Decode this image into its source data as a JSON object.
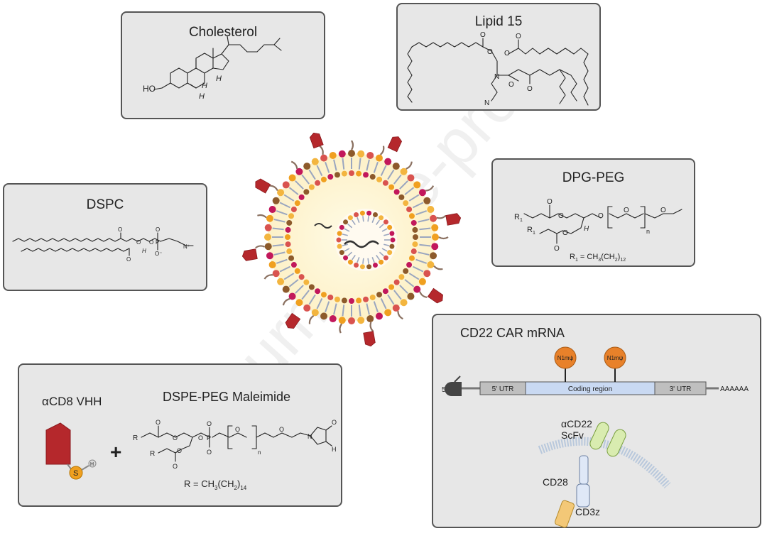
{
  "panels": {
    "cholesterol": {
      "title": "Cholesterol",
      "ho": "HO",
      "h_labels": [
        "H",
        "H",
        "H"
      ]
    },
    "lipid15": {
      "title": "Lipid 15",
      "atoms": [
        "O",
        "O",
        "O",
        "O",
        "N",
        "O",
        "O",
        "N"
      ]
    },
    "dspc": {
      "title": "DSPC",
      "atoms": [
        "O",
        "O",
        "O",
        "O",
        "P",
        "O",
        "O⁻",
        "N⁺",
        "H"
      ]
    },
    "dpgpeg": {
      "title": "DPG-PEG",
      "r1a": "R",
      "r1a_sub": "1",
      "r1b": "R",
      "r1b_sub": "1",
      "n": "n",
      "atoms": [
        "O",
        "O",
        "O",
        "O",
        "O",
        "O",
        "O",
        "H"
      ],
      "formula": {
        "r": "R",
        "r_sub": "1",
        "eq": " = CH",
        "sub1": "3",
        "mid": "(CH",
        "sub2": "2",
        "end": ")",
        "sub3": "12"
      }
    },
    "conjugate": {
      "vhh_label": "αCD8 VHH",
      "plus": "+",
      "s": "S",
      "h": "H",
      "title": "DSPE-PEG Maleimide",
      "r_a": "R",
      "r_b": "R",
      "n": "n",
      "p": "P",
      "n_atom": "N",
      "atoms": [
        "O",
        "O",
        "O",
        "O",
        "O",
        "O",
        "O",
        "O",
        "O",
        "O",
        "H"
      ],
      "formula": {
        "r": "R = CH",
        "sub1": "3",
        "mid": "(CH",
        "sub2": "2",
        "end": ")",
        "sub3": "14"
      }
    },
    "car": {
      "title": "CD22 CAR mRNA",
      "five_prime": "5'",
      "utr5": "5' UTR",
      "coding": "Coding region",
      "utr3": "3' UTR",
      "polya": "AAAAAA",
      "mod1": "N1mψ",
      "mod2": "N1mψ",
      "scfv": "αCD22\nScFv",
      "cd28": "CD28",
      "cd3z": "CD3z"
    }
  },
  "watermark": "Journal Pre-proof",
  "colors": {
    "panel_bg": "#e7e7e7",
    "panel_border": "#555555",
    "vhh": "#b5282c",
    "thiol": "#f0a020",
    "modification": "#e8812a",
    "mrna_bar": "#c9d9f2",
    "utr": "#bfbfbf",
    "scfv": "#d9ecb0",
    "cd28": "#dfe8f7",
    "cd3z": "#f3c877"
  }
}
